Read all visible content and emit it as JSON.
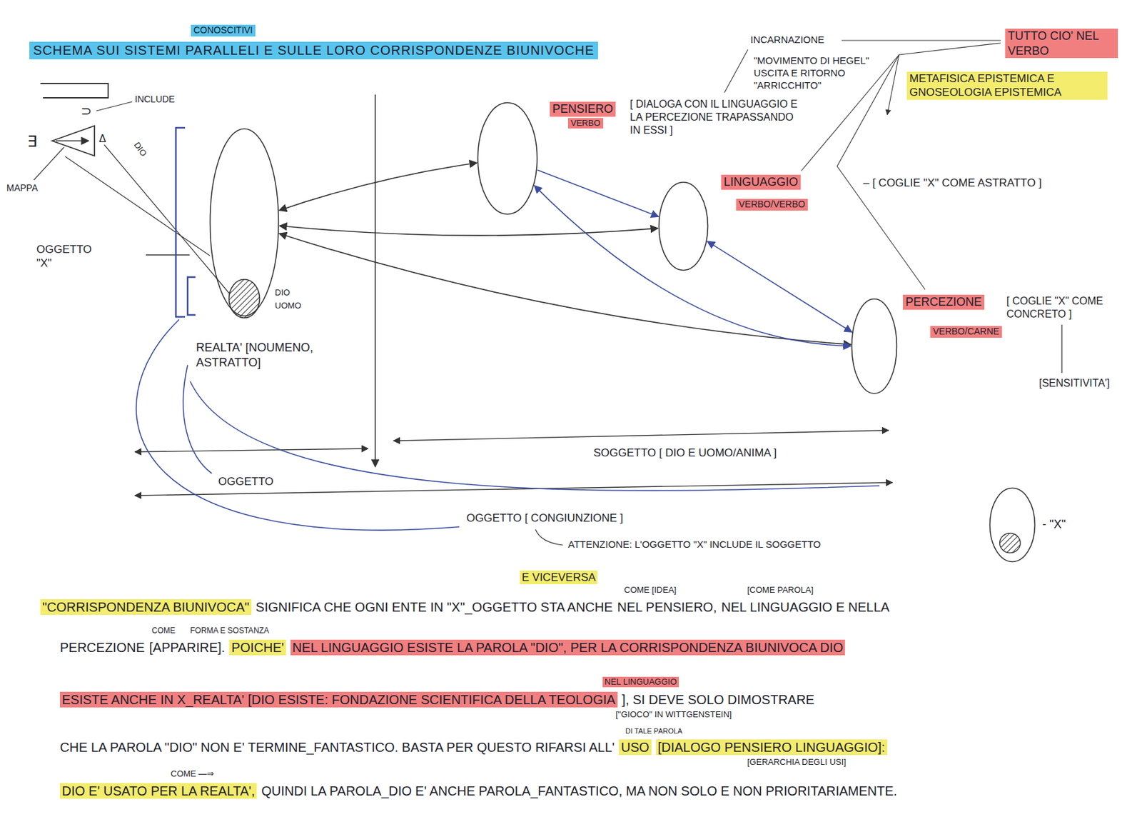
{
  "diagram": {
    "title": "SCHEMA SUI SISTEMI PARALLELI E SULLE LORO CORRISPONDENZE BIUNIVOCHE",
    "nodes": [
      {
        "text": [
          "REALTA' [NOUMENO, ASTRATTO]"
        ]
      },
      {
        "text": [
          "DIO",
          "UOMO"
        ],
        "in": 0
      },
      {
        "text": [
          "PENSIERO",
          "VERBO"
        ]
      },
      {
        "text": [
          "LINGUAGGIO",
          "VERBO/VERBO"
        ]
      },
      {
        "text": [
          "PERCEZIONE",
          "VERBO/CARNE"
        ]
      },
      {
        "text": [
          "- \"X\""
        ]
      }
    ],
    "edges": [
      {
        "from": 0,
        "to": 2,
        "arrow": "both"
      },
      {
        "from": 0,
        "to": 3,
        "arrow": "both"
      },
      {
        "from": 0,
        "to": 4,
        "arrow": "both"
      },
      {
        "from": 2,
        "to": 3,
        "arrow": "to"
      },
      {
        "from": 2,
        "to": 4,
        "arrow": "both"
      },
      {
        "from": 3,
        "to": 4,
        "arrow": "both"
      }
    ],
    "labels": [
      "CONOSCITIVI",
      "INCLUDE",
      "⊃",
      "∃",
      "Δ",
      "MAPPA",
      "DIO",
      "OGGETTO \"X\"",
      "INCARNAZIONE",
      "\"MOVIMENTO DI HEGEL\" USCITA E RITORNO \"ARRICCHITO\"",
      "TUTTO CIO' NEL VERBO",
      "METAFISICA EPISTEMICA E GNOSEOLOGIA EPISTEMICA",
      "[ DIALOGA CON IL LINGUAGGIO E LA PERCEZIONE TRAPASSANDO IN ESSI ]",
      "– [ COGLIE \"X\" COME ASTRATTO ]",
      "[ COGLIE \"X\" COME CONCRETO ]",
      "[SENSITIVITA']",
      "OGGETTO",
      "SOGGETTO [ DIO E UOMO/ANIMA ]",
      "OGGETTO [ CONGIUNZIONE ]",
      "ATTENZIONE: L'OGGETTO \"X\" INCLUDE IL SOGGETTO",
      "\"CORRISPONDENZA BIUNIVOCA\"",
      "SIGNIFICA CHE OGNI ENTE IN \"X\"_OGGETTO STA ANCHE",
      "NEL PENSIERO,",
      "NEL LINGUAGGIO E NELLA",
      "PERCEZIONE",
      "[APPARIRE].",
      "POICHE'",
      "NEL LINGUAGGIO ESISTE LA PAROLA \"DIO\", PER LA CORRISPONDENZA BIUNIVOCA DIO",
      "ESISTE ANCHE IN X_REALTA' [DIO ESISTE: FONDAZIONE SCIENTIFICA DELLA TEOLOGIA",
      "], SI DEVE SOLO DIMOSTRARE",
      "CHE LA PAROLA \"DIO\" NON E' TERMINE_FANTASTICO. BASTA PER QUESTO RIFARSI ALL'",
      "USO",
      "[DIALOGO PENSIERO LINGUAGGIO]:",
      "DIO E' USATO PER LA REALTA',",
      "QUINDI LA PAROLA_DIO E' ANCHE PAROLA_FANTASTICO, MA NON SOLO E NON PRIORITARIAMENTE.",
      "E VICEVERSA",
      "COME [IDEA]",
      "[COME PAROLA]",
      "COME",
      "FORMA E SOSTANZA",
      "NEL LINGUAGGIO",
      "[\"GIOCO\" IN WITTGENSTEIN]",
      "DI TALE PAROLA",
      "[GERARCHIA DEGLI USI]",
      "COME —⇒"
    ]
  }
}
